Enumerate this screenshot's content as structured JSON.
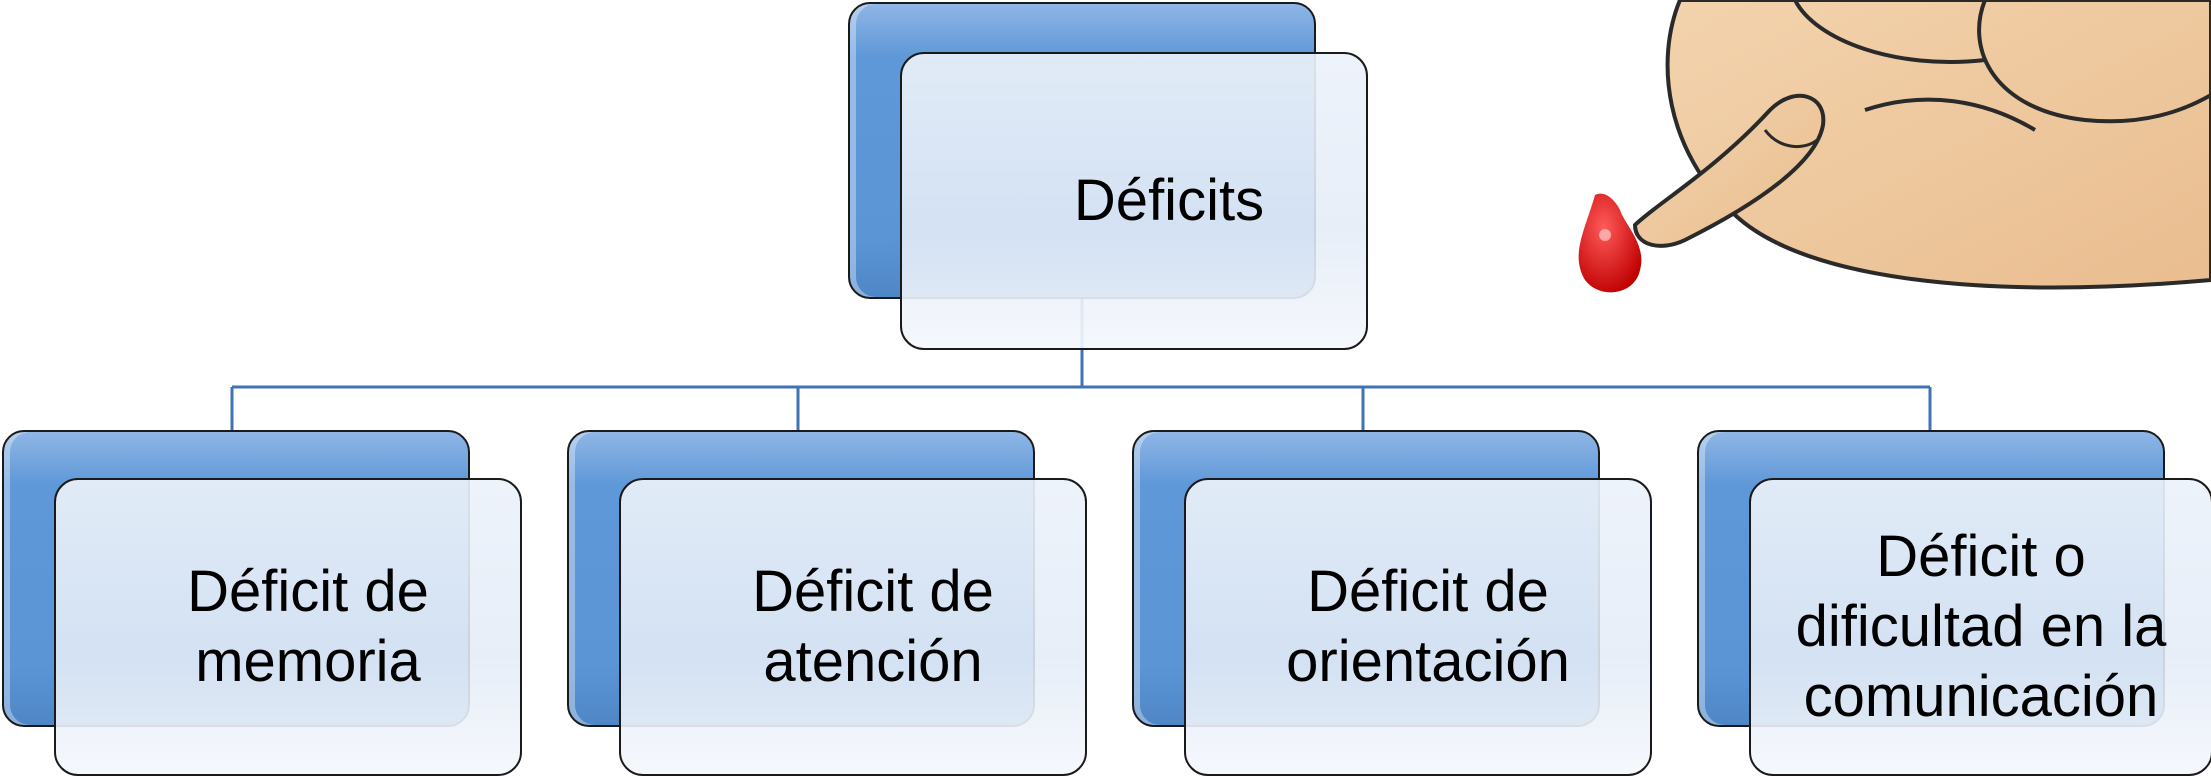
{
  "diagram": {
    "root": {
      "label": "Déficits"
    },
    "children": [
      {
        "label": "Déficit de memoria"
      },
      {
        "label": "Déficit de atención"
      },
      {
        "label": "Déficit de orientación"
      },
      {
        "label": "Déficit o dificultad en la comunicación"
      }
    ]
  },
  "colors": {
    "back_box": "#5b95d6",
    "front_box": "#e6eef8",
    "connector": "#3f73b3",
    "outline": "#1a1a1a"
  },
  "illustration": {
    "name": "finger-prick-blood-drop"
  }
}
